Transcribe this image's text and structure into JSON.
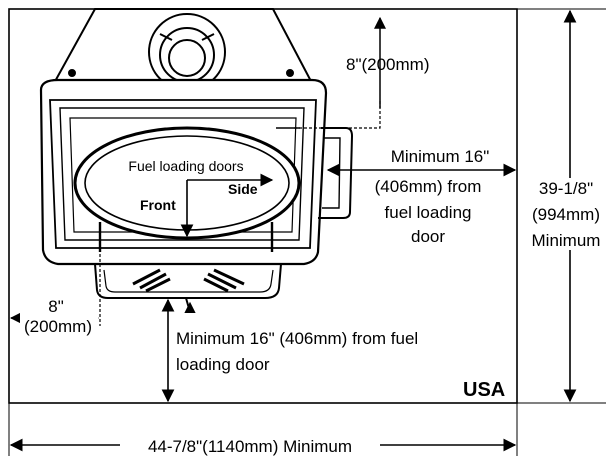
{
  "labels": {
    "rear_clearance": "8\"(200mm)",
    "side_clearance_lines": [
      "Minimum 16\"",
      "(406mm) from",
      "fuel loading",
      "door"
    ],
    "depth_lines": [
      "39-1/8\"",
      "(994mm)",
      "Minimum"
    ],
    "left_clearance_lines": [
      "8\"",
      "(200mm)"
    ],
    "front_clearance_lines": [
      "Minimum 16\" (406mm) from fuel",
      "loading door"
    ],
    "width": "44-7/8\"(1140mm) Minimum",
    "region": "USA",
    "fuel_doors": "Fuel loading doors",
    "side": "Side",
    "front": "Front"
  }
}
